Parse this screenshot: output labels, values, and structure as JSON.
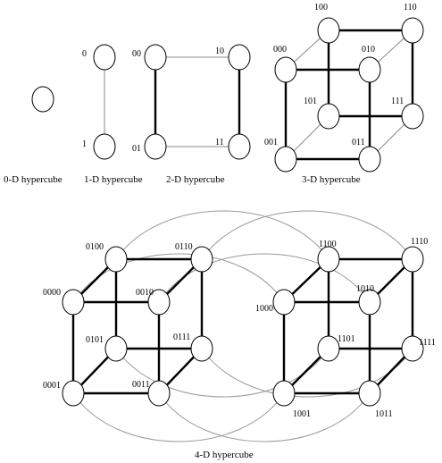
{
  "captions": {
    "d0": "0-D hypercube",
    "d1": "1-D hypercube",
    "d2": "2-D hypercube",
    "d3": "3-D hypercube",
    "d4": "4-D hypercube"
  },
  "nodes_1d": [
    "0",
    "1"
  ],
  "nodes_2d": [
    "00",
    "10",
    "01",
    "11"
  ],
  "nodes_3d": [
    "100",
    "110",
    "000",
    "010",
    "101",
    "111",
    "001",
    "011"
  ],
  "nodes_4d_left": [
    "0100",
    "0110",
    "0000",
    "0010",
    "0101",
    "0111",
    "0001",
    "0011"
  ],
  "nodes_4d_right": [
    "1100",
    "1110",
    "1000",
    "1010",
    "1101",
    "1111",
    "1001",
    "1011"
  ]
}
